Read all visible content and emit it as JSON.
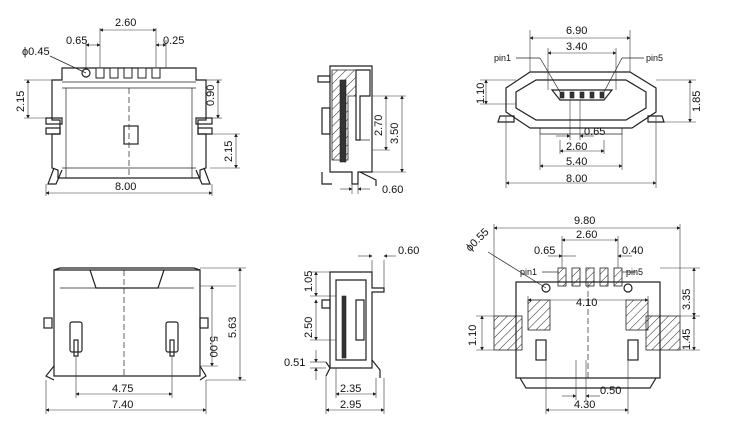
{
  "views": {
    "top_left": {
      "dia": "ϕ0.45",
      "w_top": "2.60",
      "w_pin": "0.65",
      "w_gap": "0.25",
      "h_left": "2.15",
      "h_r1": "0.90",
      "h_r2": "2.15",
      "w_bottom": "8.00"
    },
    "top_middle": {
      "h1": "2.70",
      "h2": "3.50",
      "w_bottom": "0.60"
    },
    "top_right": {
      "pin1": "pin1",
      "pin5": "pin5",
      "w_top": "6.90",
      "w_inner": "3.40",
      "h_left": "1.10",
      "h_right": "1.85",
      "w_pitch": "0.65",
      "w_mid": "2.60",
      "w_5": "5.40",
      "w_8": "8.00"
    },
    "bottom_left": {
      "h_inner": "5.00",
      "h_outer": "5.63",
      "w_1": "4.75",
      "w_2": "7.40"
    },
    "bottom_middle": {
      "w_top": "0.60",
      "h_top": "1.05",
      "h_mid": "2.50",
      "h_bot": "0.51",
      "w_1": "2.35",
      "w_2": "2.95"
    },
    "bottom_right": {
      "w_top": "9.80",
      "dia": "ϕ0.55",
      "w_pin": "0.65",
      "w_mid": "2.60",
      "w_gap": "0.40",
      "pin1": "pin1",
      "pin5": "pin5",
      "w_4": "4.10",
      "h_left": "1.10",
      "h_r1": "3.35",
      "h_r2": "1.45",
      "w_b1": "0.50",
      "w_b2": "4.30"
    }
  }
}
